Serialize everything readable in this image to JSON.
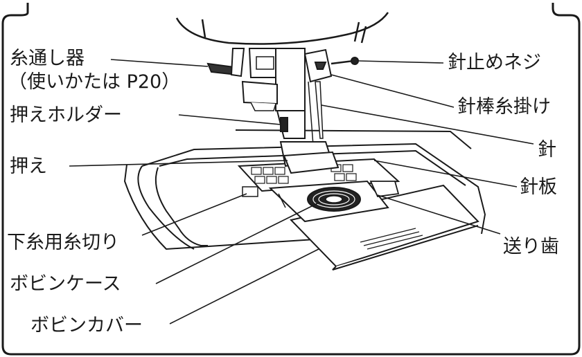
{
  "labels": {
    "thread_guide": "糸通し器",
    "thread_guide_ref": "（使いかたは P20）",
    "presser_holder": "押えホルダー",
    "presser_foot": "押え",
    "bobbin_cutter": "下糸用糸切り",
    "bobbin_case": "ボビンケース",
    "bobbin_cover": "ボビンカバー",
    "needle_screw": "針止めネジ",
    "needle_bar_guide": "針棒糸掛け",
    "needle": "針",
    "needle_plate": "針板",
    "feed_dogs": "送り歯"
  }
}
